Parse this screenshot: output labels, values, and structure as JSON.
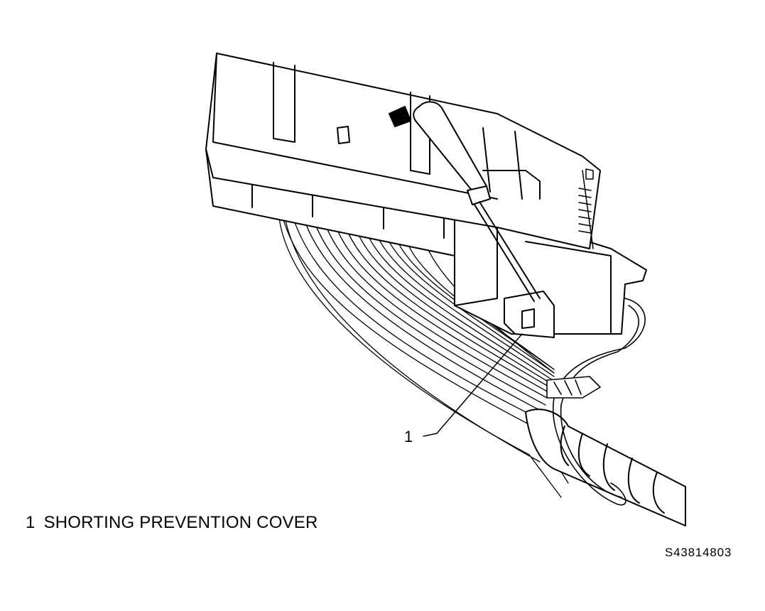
{
  "callouts": [
    {
      "number": "1",
      "label": "SHORTING PREVENTION COVER"
    }
  ],
  "figure_code": "S43814803",
  "line_color": "#000000",
  "icons": [
    "screwdriver-icon",
    "direction-arrow-icon"
  ]
}
